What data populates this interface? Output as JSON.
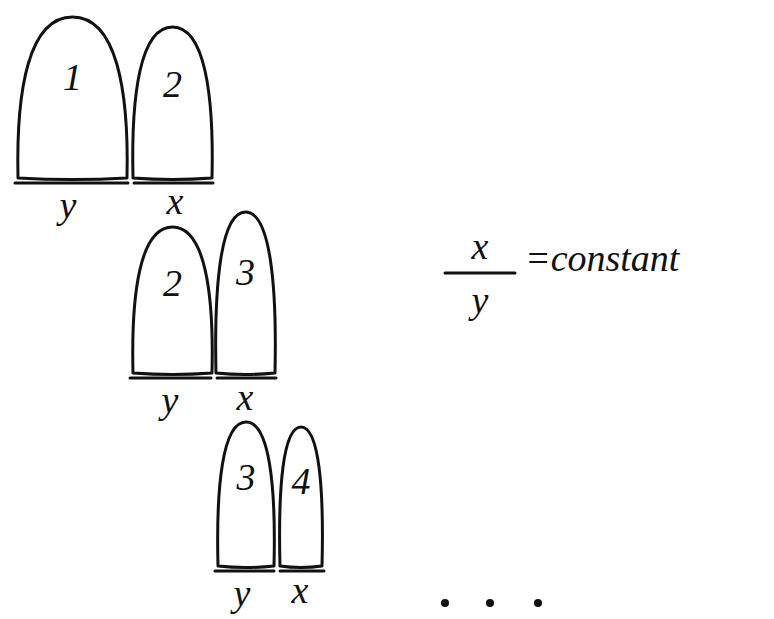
{
  "diagram": {
    "nodes": [
      {
        "text": [
          "1"
        ]
      },
      {
        "text": [
          "2"
        ]
      },
      {
        "text": [
          "2"
        ]
      },
      {
        "text": [
          "3"
        ]
      },
      {
        "text": [
          "3"
        ]
      },
      {
        "text": [
          "4"
        ]
      }
    ],
    "labels": [
      "y",
      "x",
      "x",
      "=constant",
      "y",
      "y",
      "x",
      "y",
      "x"
    ]
  }
}
